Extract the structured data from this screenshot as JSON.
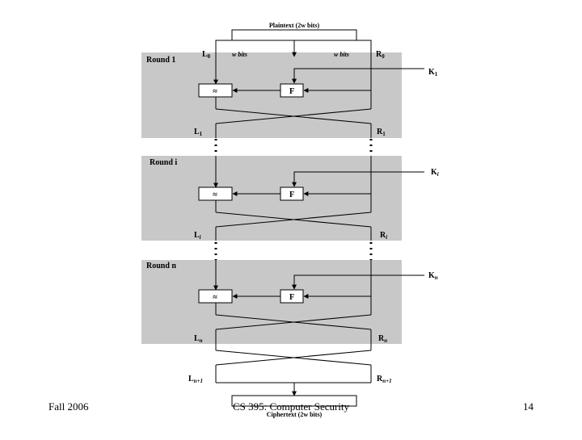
{
  "diagram": {
    "plaintext_label": "Plaintext (2w bits)",
    "ciphertext_label": "Ciphertext (2w bits)",
    "w_bits_left": "w bits",
    "w_bits_right": "w bits",
    "function_label": "F",
    "xor_symbol": "≈",
    "rounds": [
      {
        "title": "Round 1",
        "key_base": "K",
        "key_sub": "1",
        "in_l_base": "L",
        "in_l_sub": "0",
        "in_r_base": "R",
        "in_r_sub": "0",
        "out_l_base": "L",
        "out_l_sub": "1",
        "out_r_base": "R",
        "out_r_sub": "1"
      },
      {
        "title": "Round i",
        "key_base": "K",
        "key_sub": "i",
        "out_l_base": "L",
        "out_l_sub": "i",
        "out_r_base": "R",
        "out_r_sub": "i"
      },
      {
        "title": "Round n",
        "key_base": "K",
        "key_sub": "n",
        "out_l_base": "L",
        "out_l_sub": "n",
        "out_r_base": "R",
        "out_r_sub": "n"
      }
    ],
    "final_l_base": "L",
    "final_l_sub": "n+1",
    "final_r_base": "R",
    "final_r_sub": "n+1"
  },
  "footer": {
    "left": "Fall 2006",
    "center": "CS 395: Computer Security",
    "right": "14"
  },
  "colors": {
    "round_fill": "#c8c8c8",
    "line": "#000000"
  }
}
